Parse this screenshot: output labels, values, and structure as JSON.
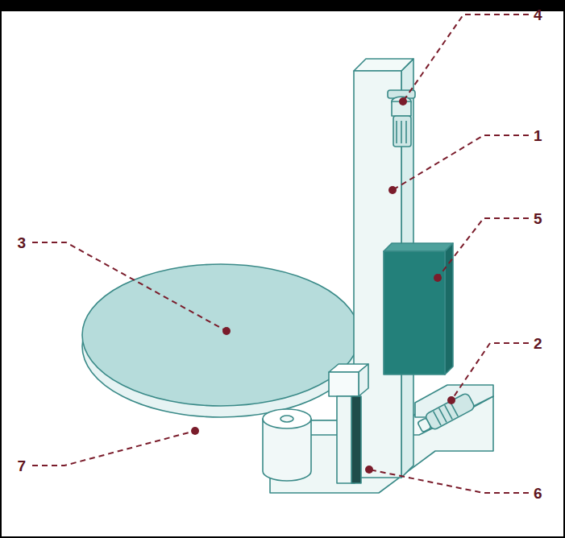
{
  "diagram": {
    "labels": [
      "4",
      "1",
      "5",
      "3",
      "2",
      "7",
      "6"
    ]
  }
}
